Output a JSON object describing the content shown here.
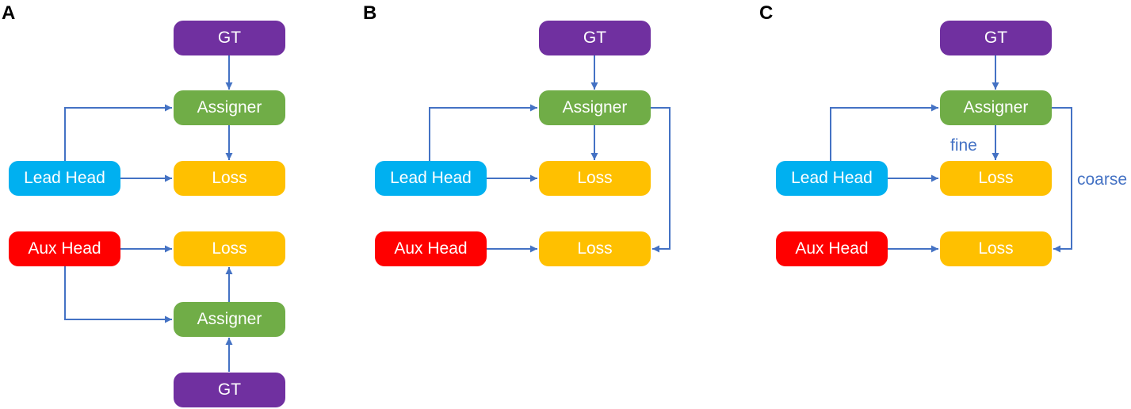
{
  "panels": {
    "a": {
      "label": "A",
      "gt_top": "GT",
      "assigner_top": "Assigner",
      "lead_head": "Lead Head",
      "loss_lead": "Loss",
      "aux_head": "Aux Head",
      "loss_aux": "Loss",
      "assigner_bottom": "Assigner",
      "gt_bottom": "GT"
    },
    "b": {
      "label": "B",
      "gt": "GT",
      "assigner": "Assigner",
      "lead_head": "Lead Head",
      "loss_lead": "Loss",
      "aux_head": "Aux Head",
      "loss_aux": "Loss"
    },
    "c": {
      "label": "C",
      "gt": "GT",
      "assigner": "Assigner",
      "lead_head": "Lead Head",
      "loss_lead": "Loss",
      "aux_head": "Aux Head",
      "loss_aux": "Loss",
      "fine_label": "fine",
      "coarse_label": "coarse"
    }
  },
  "colors": {
    "gt": "#7030A0",
    "assigner": "#70AD47",
    "loss": "#FFC000",
    "lead_head": "#00B0F0",
    "aux_head": "#FF0000",
    "arrow": "#4472C4"
  }
}
